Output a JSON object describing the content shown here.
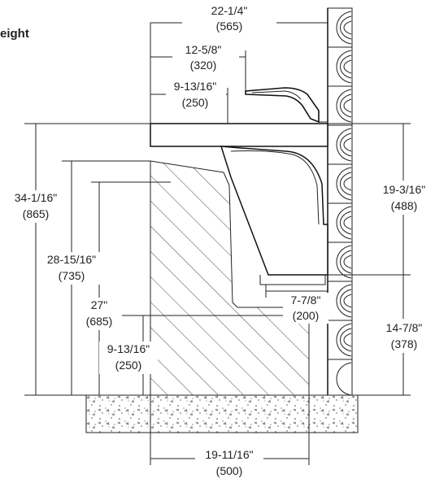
{
  "heading": "eight",
  "dimensions": {
    "overall_depth": {
      "imperial": "22-1/4\"",
      "metric": "(565)"
    },
    "spout_reach": {
      "imperial": "12-5/8\"",
      "metric": "(320)"
    },
    "spout_offset": {
      "imperial": "9-13/16\"",
      "metric": "(250)"
    },
    "overall_height": {
      "imperial": "34-1/16\"",
      "metric": "(865)"
    },
    "bowl_top_height": {
      "imperial": "28-15/16\"",
      "metric": "(735)"
    },
    "knee_height": {
      "imperial": "27\"",
      "metric": "(685)"
    },
    "toe_height": {
      "imperial": "9-13/16\"",
      "metric": "(250)"
    },
    "bowl_depth": {
      "imperial": "19-3/16\"",
      "metric": "(488)"
    },
    "drain_offset": {
      "imperial": "7-7/8\"",
      "metric": "(200)"
    },
    "drain_height": {
      "imperial": "14-7/8\"",
      "metric": "(378)"
    },
    "clear_floor_depth": {
      "imperial": "19-11/16\"",
      "metric": "(500)"
    }
  }
}
